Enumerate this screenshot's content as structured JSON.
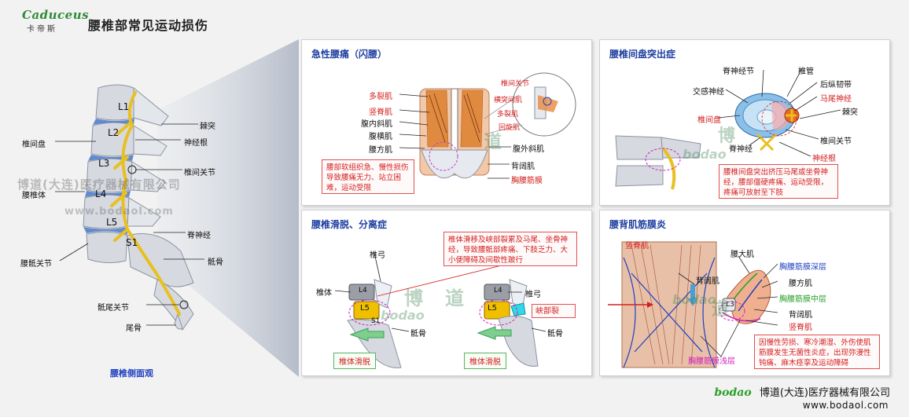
{
  "brand": {
    "logo_text": "Caduceus",
    "logo_sub": "卡帝斯"
  },
  "page_title": "腰椎部常见运动损伤",
  "spine": {
    "vertebrae": [
      "L1",
      "L2",
      "L3",
      "L4",
      "L5",
      "S1"
    ],
    "left_labels": [
      "椎间盘",
      "腰椎体",
      "腰骶关节"
    ],
    "right_labels": [
      "棘突",
      "神经根",
      "椎间关节",
      "脊神经",
      "骶骨",
      "骶尾关节",
      "尾骨"
    ],
    "caption": "腰椎侧面观"
  },
  "panel1": {
    "title": "急性腰痛（闪腰）",
    "left_labels_red": [
      "多裂肌",
      "竖脊肌"
    ],
    "left_labels": [
      "腹内斜肌",
      "腹横肌",
      "腰方肌"
    ],
    "zoom_labels": [
      "椎间关节",
      "横突间肌",
      "多裂肌",
      "回旋肌"
    ],
    "right_labels": [
      "腹外斜肌",
      "背阔肌"
    ],
    "right_label_red": "胸腰筋膜",
    "note": "腰部软组织急、慢性损伤导致腰痛无力、站立困难，运动受限"
  },
  "panel2": {
    "title": "腰椎间盘突出症",
    "labels": [
      "脊神经节",
      "椎管",
      "交感神经",
      "后纵韧带",
      "棘突",
      "椎间关节",
      "脊神经"
    ],
    "red_labels": [
      "马尾神经",
      "椎间盘",
      "神经根"
    ],
    "note": "腰椎间盘突出挤压马尾或坐骨神经，腰部僵硬疼痛、运动受限，疼痛可放射至下肢"
  },
  "panel3": {
    "title": "腰椎滑脱、分离症",
    "labels": [
      "椎弓",
      "椎体",
      "椎弓",
      "骶骨",
      "骶骨"
    ],
    "vert_labels": [
      "L4",
      "L5",
      "S1",
      "L4",
      "L5"
    ],
    "red_label": "峡部裂",
    "note": "椎体滑移及峡部裂累及马尾、坐骨神经，导致腰骶部疼痛、下肢乏力、大小便障碍及间歇性跛行",
    "box_left": "椎体滑脱",
    "box_right": "椎体滑脱"
  },
  "panel4": {
    "title": "腰背肌筋膜炎",
    "red_labels": [
      "竖脊肌",
      "竖脊肌"
    ],
    "labels": [
      "腰大肌",
      "背阔肌",
      "腰方肌",
      "背阔肌"
    ],
    "vert_label": "L3",
    "blue_label": "胸腰筋膜深层",
    "green_label": "胸腰筋膜中层",
    "magenta_label": "胸腰筋膜浅层",
    "note": "因慢性劳损、寒冷潮湿、外伤使肌筋膜发生无菌性炎症，出现弥漫性钝痛、麻木痉挛及运动障碍"
  },
  "watermark": {
    "company": "博道(大连)医疗器械有限公司",
    "url": "www.bodaol.com",
    "brand": "bodao",
    "char1": "博",
    "char2": "道"
  },
  "footer": {
    "brand": "bodao",
    "company": "博道(大连)医疗器械有限公司",
    "url": "www.bodaol.com"
  }
}
